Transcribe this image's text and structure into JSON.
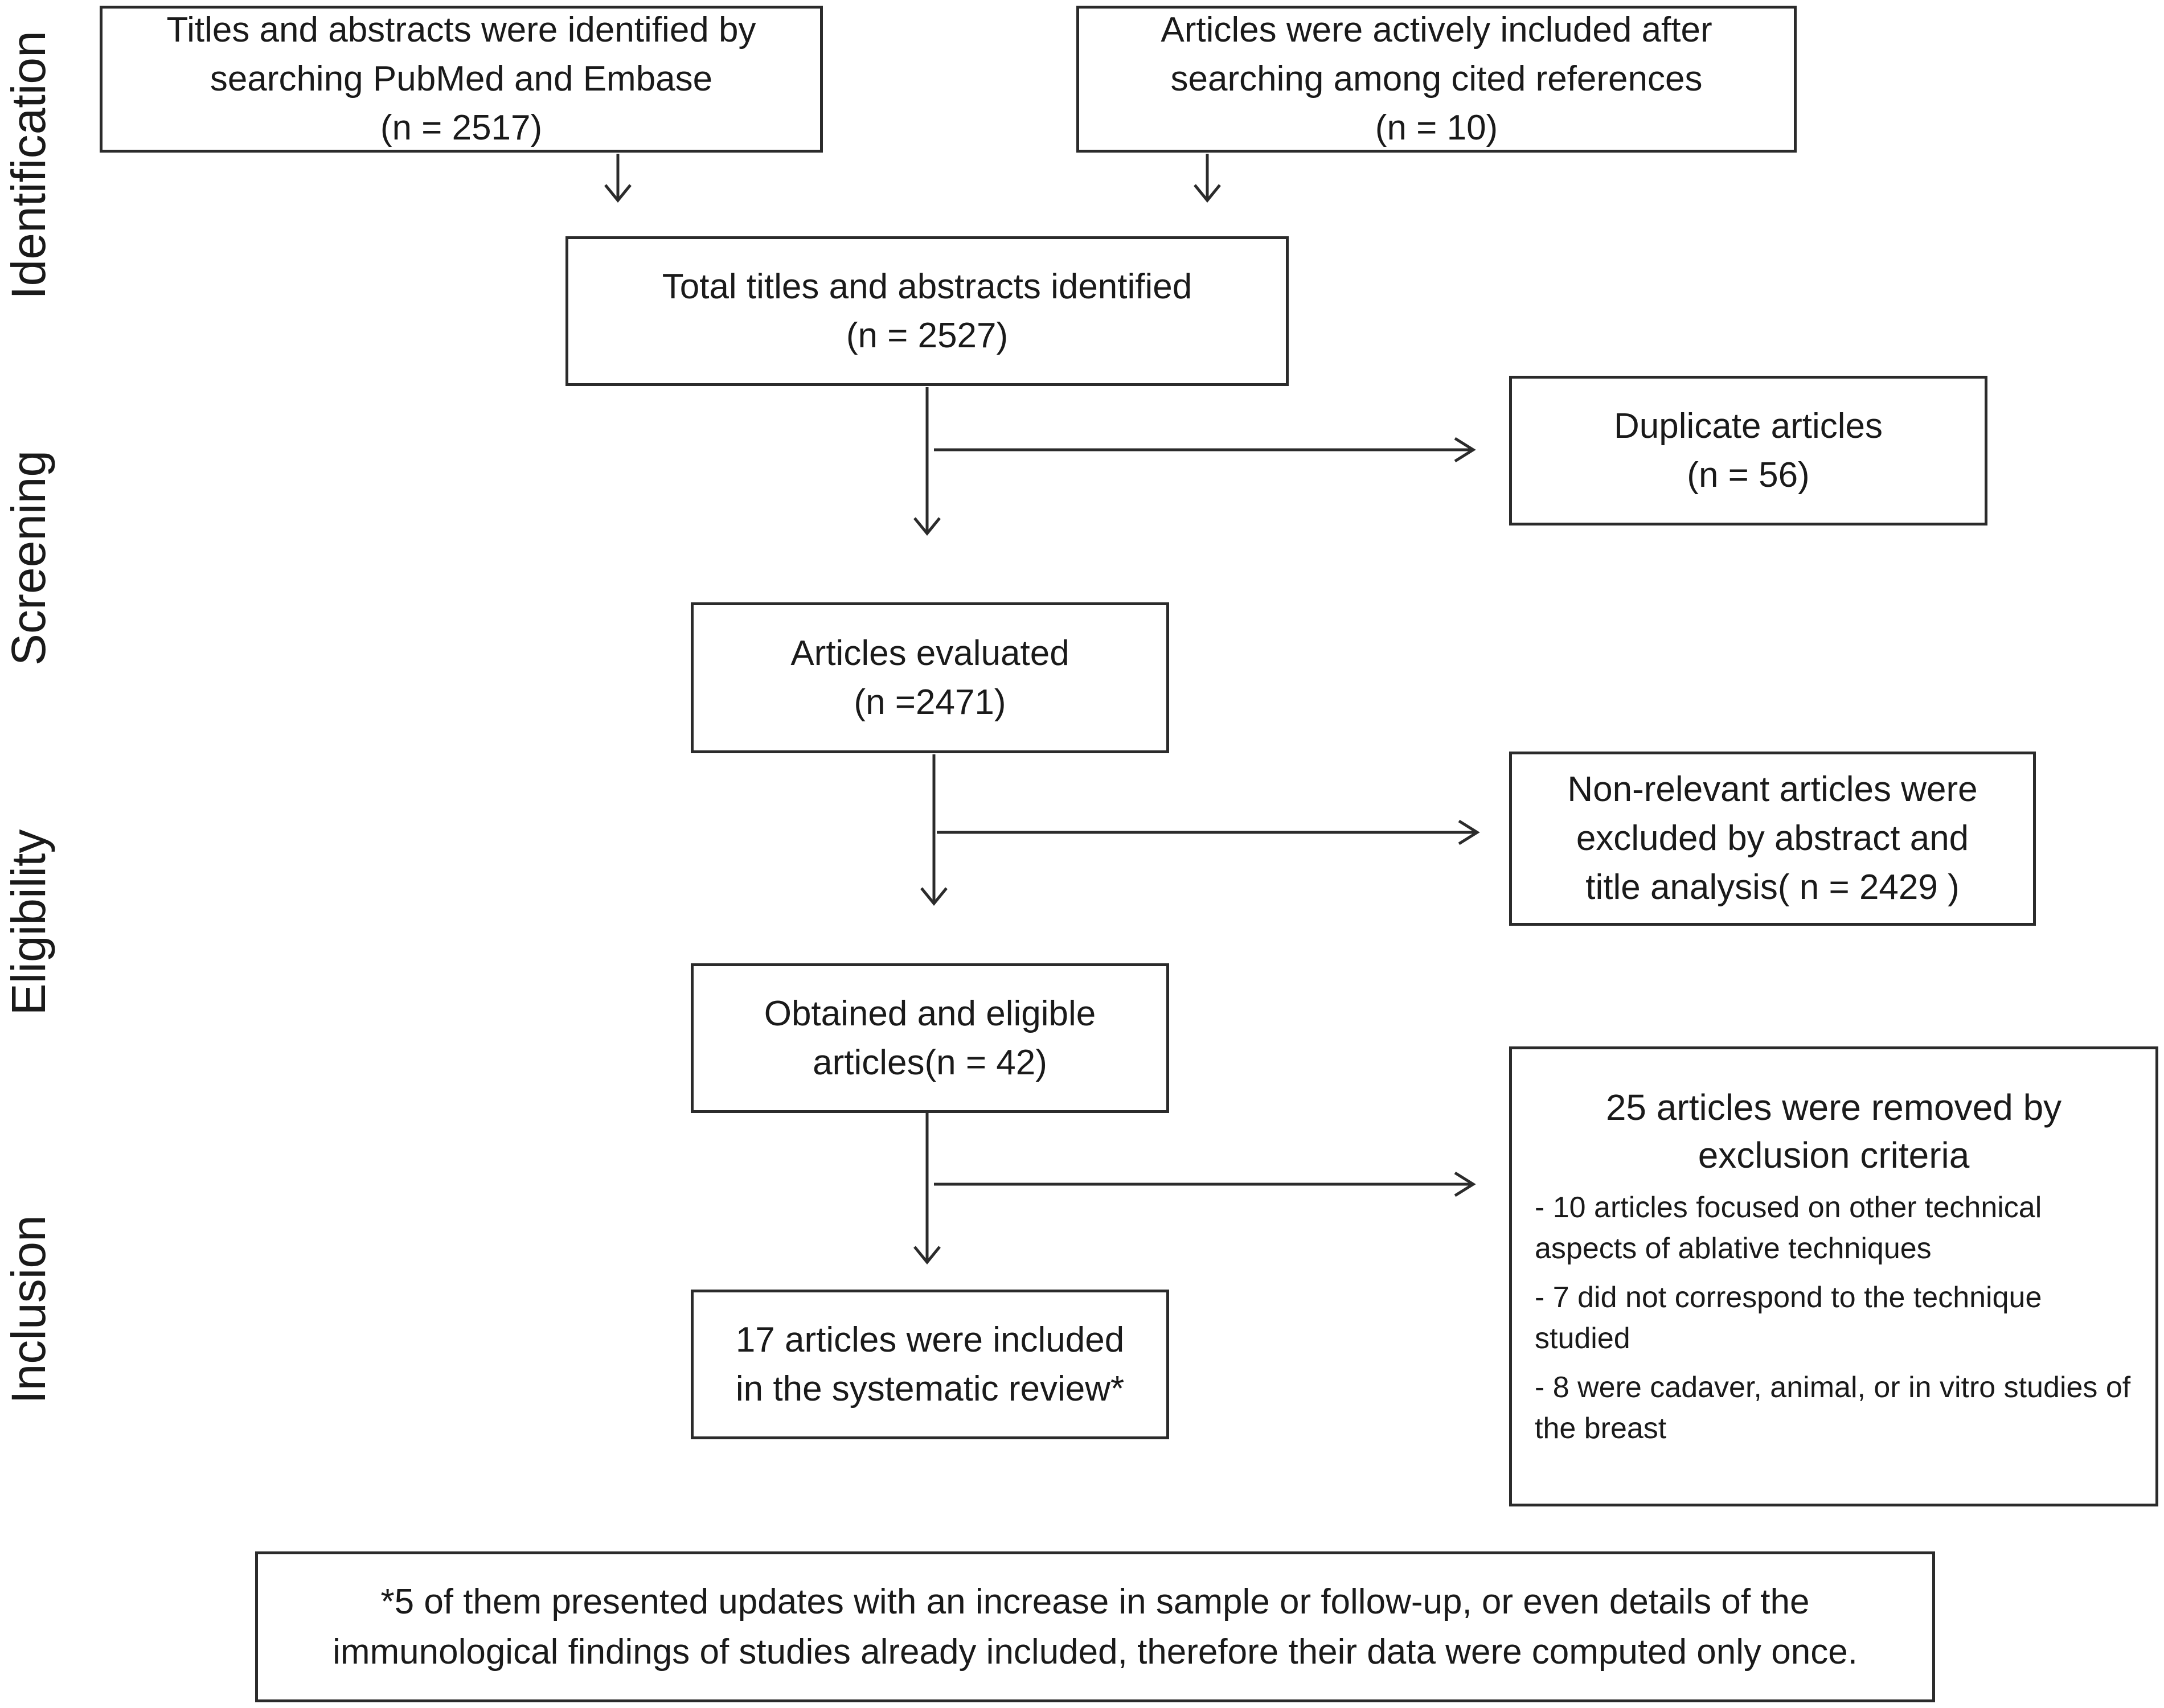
{
  "phases": {
    "identification": "Identification",
    "screening": "Screening",
    "eligibility": "Eligibility",
    "inclusion": "Inclusion"
  },
  "boxes": {
    "pubmed_embase": {
      "line1": "Titles and abstracts were identified by",
      "line2": "searching PubMed and Embase",
      "count": "(n = 2517)"
    },
    "cited_refs": {
      "line1": "Articles were actively included after",
      "line2": "searching among cited references",
      "count": "(n = 10)"
    },
    "total_identified": {
      "line1": "Total titles and abstracts identified",
      "count": "(n = 2527)"
    },
    "duplicates": {
      "line1": "Duplicate articles",
      "count": "(n = 56)"
    },
    "evaluated": {
      "line1": "Articles evaluated",
      "count": "(n =2471)"
    },
    "non_relevant": {
      "line1": "Non-relevant articles were",
      "line2": "excluded by abstract and",
      "line3": "title analysis( n = 2429 )"
    },
    "eligible": {
      "line1": "Obtained and eligible",
      "line2": "articles(n = 42)"
    },
    "removed": {
      "line1": "25 articles were removed by",
      "line2": "exclusion criteria",
      "items": [
        " - 10 articles focused on other technical aspects of ablative techniques",
        " - 7 did not correspond to the technique studied",
        " - 8 were cadaver, animal, or in vitro studies of the breast"
      ]
    },
    "included": {
      "line1": "17 articles were included",
      "line2": "in the systematic review*"
    }
  },
  "footnote": {
    "line1": "*5 of them presented updates with an increase in sample or follow-up, or even details of the",
    "line2": "immunological findings of studies already included, therefore their data were computed only once."
  }
}
